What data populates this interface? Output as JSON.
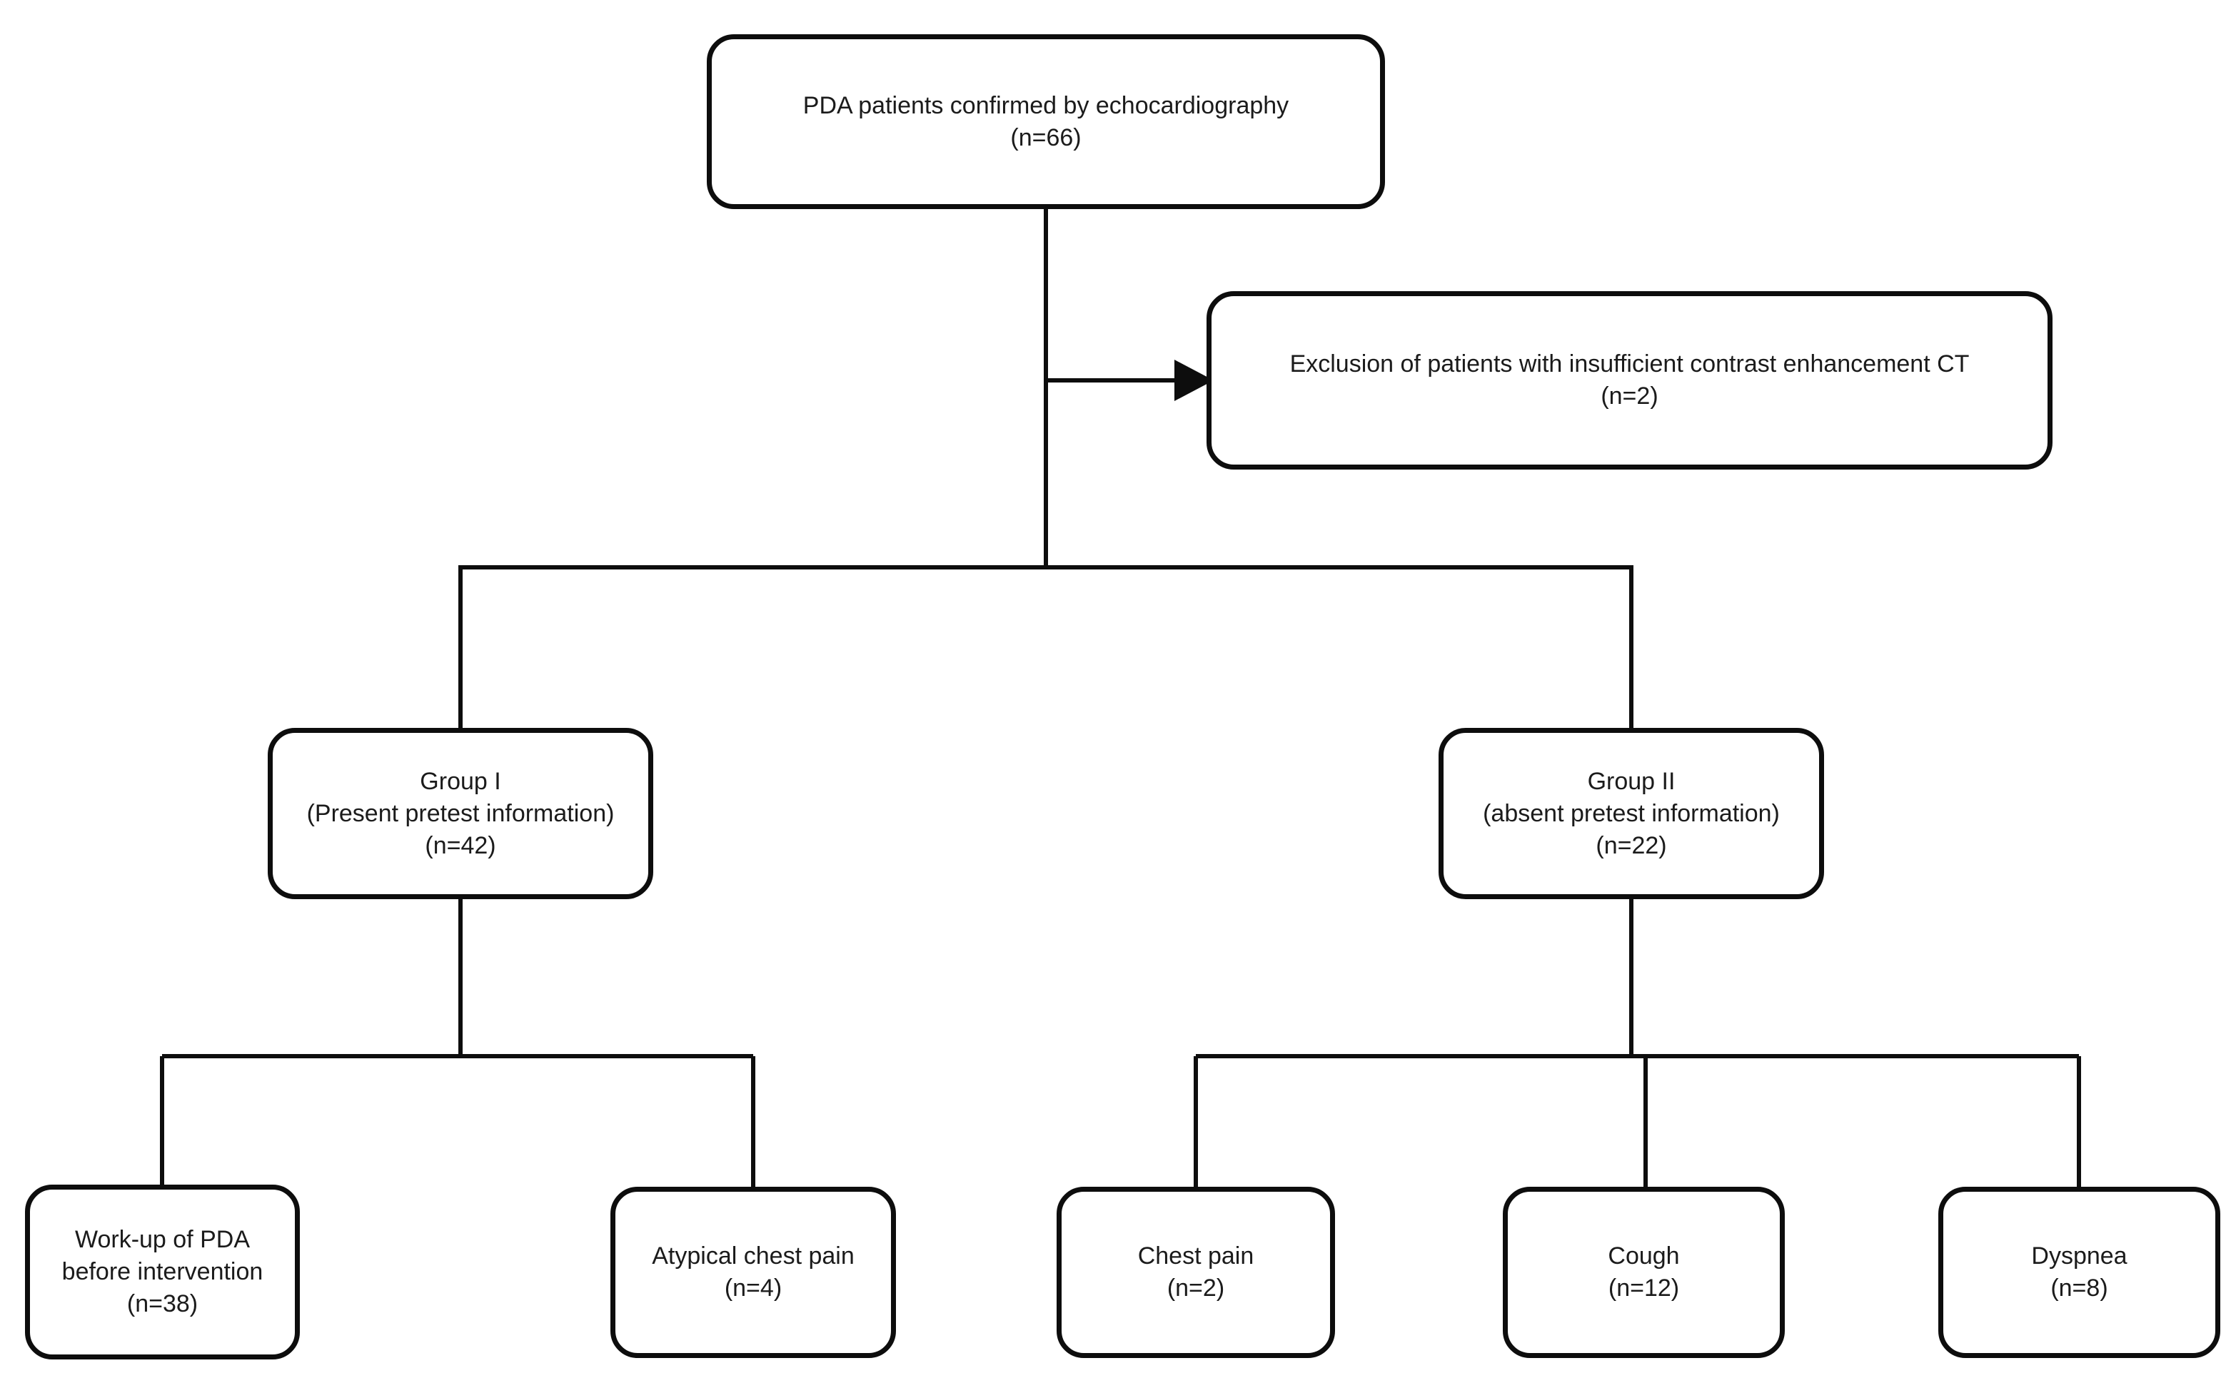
{
  "diagram": {
    "type": "patient-flow-chart",
    "line_color": "#0d0d0d",
    "box_background": "#ffffff",
    "nodes": {
      "total": {
        "lines": [
          "PDA patients confirmed by echocardiography",
          "(n=66)"
        ]
      },
      "exclusion": {
        "lines": [
          "Exclusion of patients with insufficient contrast enhancement CT",
          "(n=2)"
        ]
      },
      "group1": {
        "lines": [
          "Group I",
          "(Present pretest information)",
          "(n=42)"
        ]
      },
      "group2": {
        "lines": [
          "Group II",
          "(absent pretest information)",
          "(n=22)"
        ]
      },
      "workup": {
        "lines": [
          "Work-up of PDA",
          "before intervention",
          "(n=38)"
        ]
      },
      "atypical": {
        "lines": [
          "Atypical chest pain",
          "(n=4)"
        ]
      },
      "chestpain": {
        "lines": [
          "Chest pain",
          "(n=2)"
        ]
      },
      "cough": {
        "lines": [
          "Cough",
          "(n=12)"
        ]
      },
      "dyspnea": {
        "lines": [
          "Dyspnea",
          "(n=8)"
        ]
      }
    }
  }
}
